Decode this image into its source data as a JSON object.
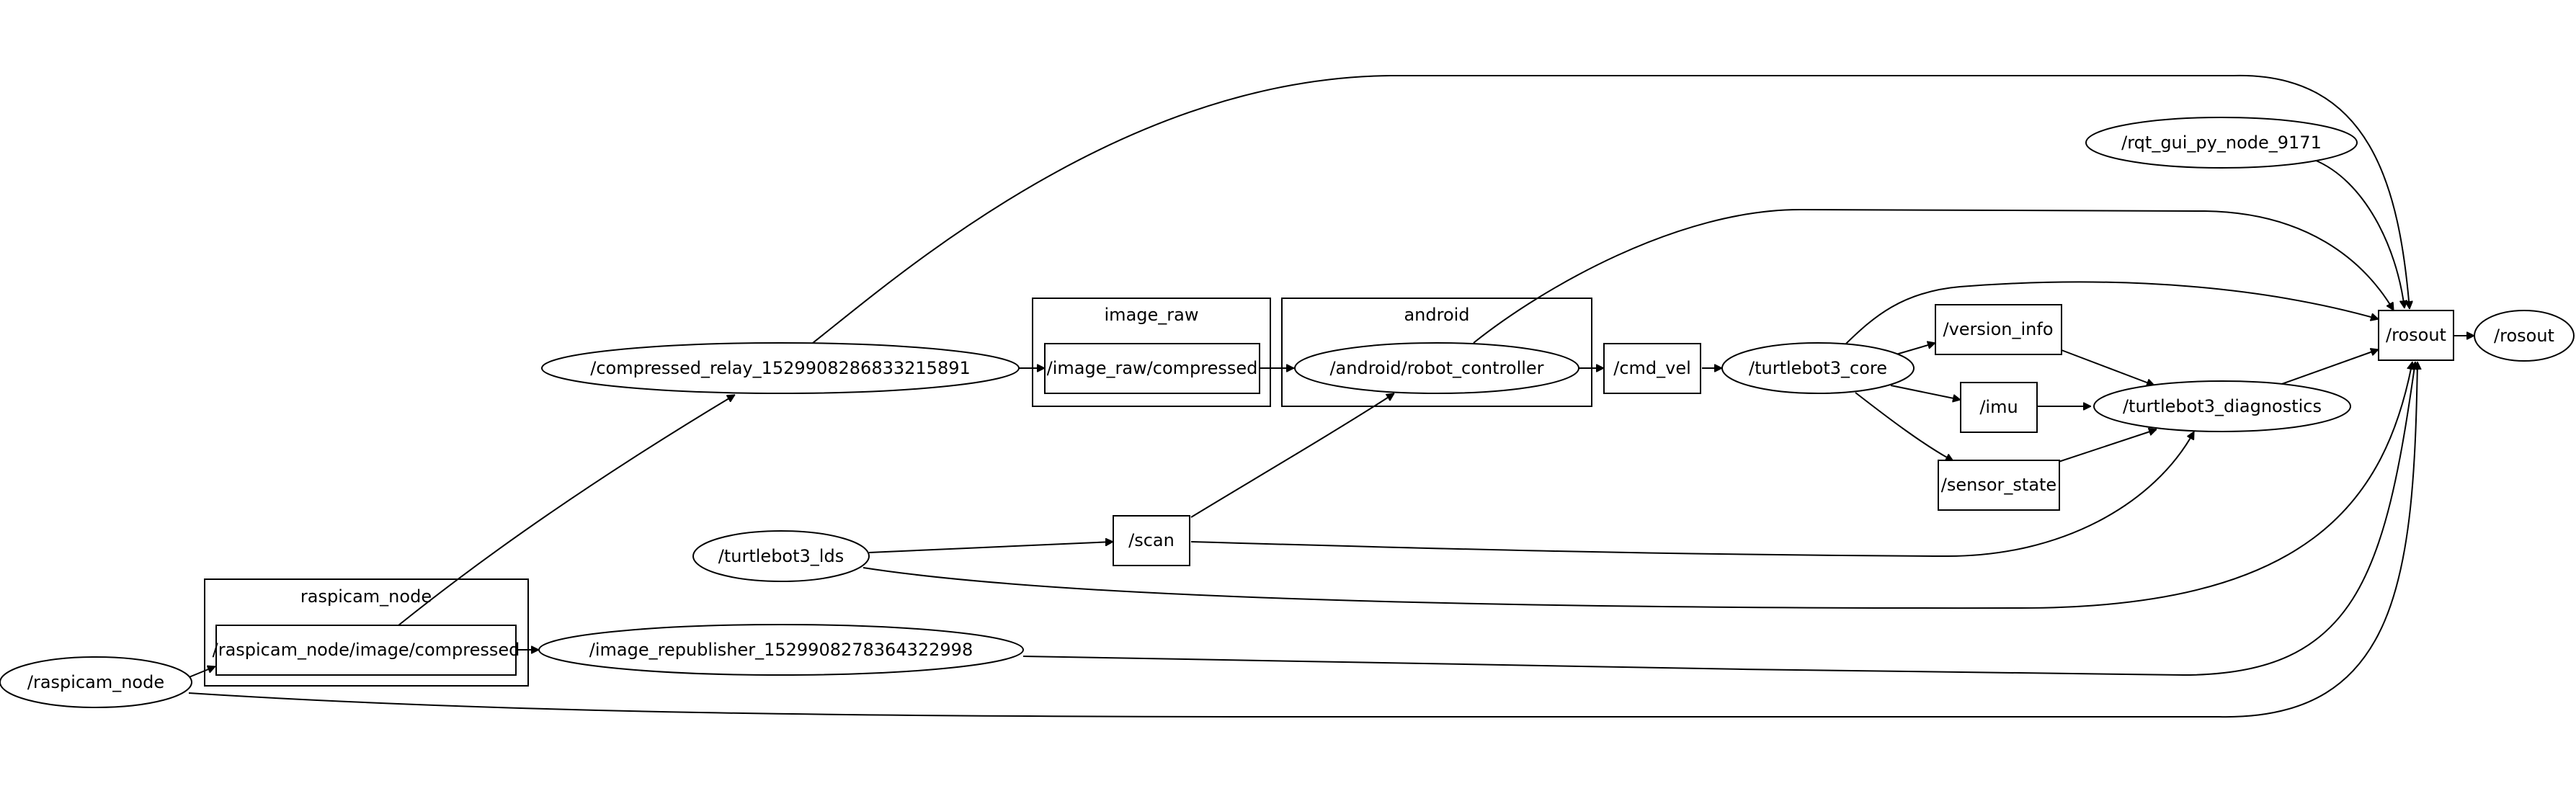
{
  "graph": {
    "clusters": [
      {
        "id": "raspicam",
        "label": "raspicam_node"
      },
      {
        "id": "image_raw",
        "label": "image_raw"
      },
      {
        "id": "android",
        "label": "android"
      }
    ],
    "nodes": [
      {
        "id": "raspicam_node",
        "label": "/raspicam_node",
        "shape": "ellipse"
      },
      {
        "id": "raspicam_topic",
        "label": "/raspicam_node/image/compressed",
        "shape": "box"
      },
      {
        "id": "compressed_relay",
        "label": "/compressed_relay_1529908286833215891",
        "shape": "ellipse"
      },
      {
        "id": "image_republisher",
        "label": "/image_republisher_1529908278364322998",
        "shape": "ellipse"
      },
      {
        "id": "image_raw_compressed",
        "label": "/image_raw/compressed",
        "shape": "box"
      },
      {
        "id": "robot_controller",
        "label": "/android/robot_controller",
        "shape": "ellipse"
      },
      {
        "id": "turtlebot3_lds",
        "label": "/turtlebot3_lds",
        "shape": "ellipse"
      },
      {
        "id": "scan",
        "label": "/scan",
        "shape": "box"
      },
      {
        "id": "cmd_vel",
        "label": "/cmd_vel",
        "shape": "box"
      },
      {
        "id": "turtlebot3_core",
        "label": "/turtlebot3_core",
        "shape": "ellipse"
      },
      {
        "id": "version_info",
        "label": "/version_info",
        "shape": "box"
      },
      {
        "id": "imu",
        "label": "/imu",
        "shape": "box"
      },
      {
        "id": "sensor_state",
        "label": "/sensor_state",
        "shape": "box"
      },
      {
        "id": "turtlebot3_diagnostics",
        "label": "/turtlebot3_diagnostics",
        "shape": "ellipse"
      },
      {
        "id": "rqt_gui",
        "label": "/rqt_gui_py_node_9171",
        "shape": "ellipse"
      },
      {
        "id": "rosout_topic",
        "label": "/rosout",
        "shape": "box"
      },
      {
        "id": "rosout_node",
        "label": "/rosout",
        "shape": "ellipse"
      }
    ],
    "edges": [
      {
        "from": "raspicam_node",
        "to": "raspicam_topic"
      },
      {
        "from": "raspicam_topic",
        "to": "compressed_relay"
      },
      {
        "from": "raspicam_topic",
        "to": "image_republisher"
      },
      {
        "from": "compressed_relay",
        "to": "image_raw_compressed"
      },
      {
        "from": "image_raw_compressed",
        "to": "robot_controller"
      },
      {
        "from": "robot_controller",
        "to": "cmd_vel"
      },
      {
        "from": "turtlebot3_lds",
        "to": "scan"
      },
      {
        "from": "scan",
        "to": "robot_controller"
      },
      {
        "from": "cmd_vel",
        "to": "turtlebot3_core"
      },
      {
        "from": "turtlebot3_core",
        "to": "version_info"
      },
      {
        "from": "turtlebot3_core",
        "to": "imu"
      },
      {
        "from": "turtlebot3_core",
        "to": "sensor_state"
      },
      {
        "from": "version_info",
        "to": "turtlebot3_diagnostics"
      },
      {
        "from": "imu",
        "to": "turtlebot3_diagnostics"
      },
      {
        "from": "sensor_state",
        "to": "turtlebot3_diagnostics"
      },
      {
        "from": "scan",
        "to": "turtlebot3_diagnostics"
      },
      {
        "from": "turtlebot3_diagnostics",
        "to": "rosout_topic"
      },
      {
        "from": "rqt_gui",
        "to": "rosout_topic"
      },
      {
        "from": "compressed_relay",
        "to": "rosout_topic"
      },
      {
        "from": "robot_controller",
        "to": "rosout_topic"
      },
      {
        "from": "turtlebot3_core",
        "to": "rosout_topic"
      },
      {
        "from": "turtlebot3_lds",
        "to": "rosout_topic"
      },
      {
        "from": "image_republisher",
        "to": "rosout_topic"
      },
      {
        "from": "raspicam_node",
        "to": "rosout_topic"
      },
      {
        "from": "rosout_topic",
        "to": "rosout_node"
      }
    ]
  }
}
